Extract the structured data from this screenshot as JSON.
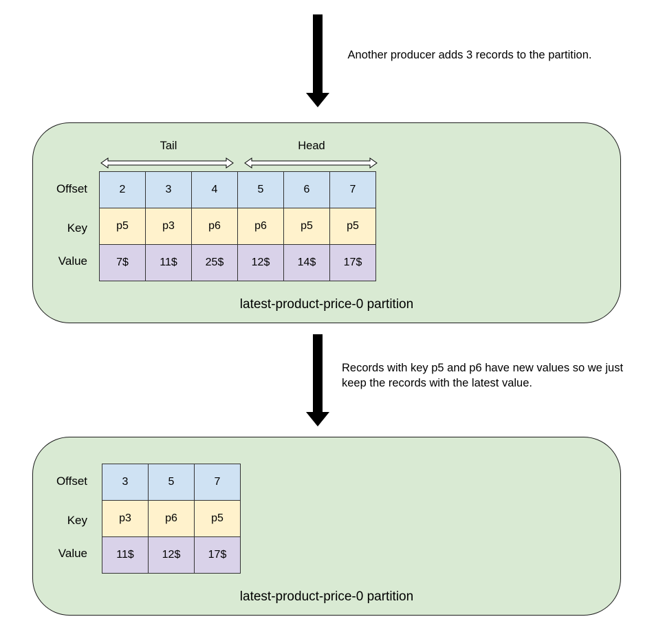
{
  "top_note": "Another producer adds 3 records to the partition.",
  "middle_note": "Records with key p5 and p6 have new values so we just keep the records with the latest value.",
  "row_labels": {
    "offset": "Offset",
    "key": "Key",
    "value": "Value"
  },
  "first_partition": {
    "tail_label": "Tail",
    "head_label": "Head",
    "offsets": [
      "2",
      "3",
      "4",
      "5",
      "6",
      "7"
    ],
    "keys": [
      "p5",
      "p3",
      "p6",
      "p6",
      "p5",
      "p5"
    ],
    "values": [
      "7$",
      "11$",
      "25$",
      "12$",
      "14$",
      "17$"
    ],
    "caption": "latest-product-price-0 partition"
  },
  "second_partition": {
    "offsets": [
      "3",
      "5",
      "7"
    ],
    "keys": [
      "p3",
      "p6",
      "p5"
    ],
    "values": [
      "11$",
      "12$",
      "17$"
    ],
    "caption": "latest-product-price-0 partition"
  },
  "colors": {
    "partition_fill": "#d9ead3",
    "offset_fill": "#cfe2f3",
    "key_fill": "#fff2cc",
    "value_fill": "#d9d2e9"
  }
}
